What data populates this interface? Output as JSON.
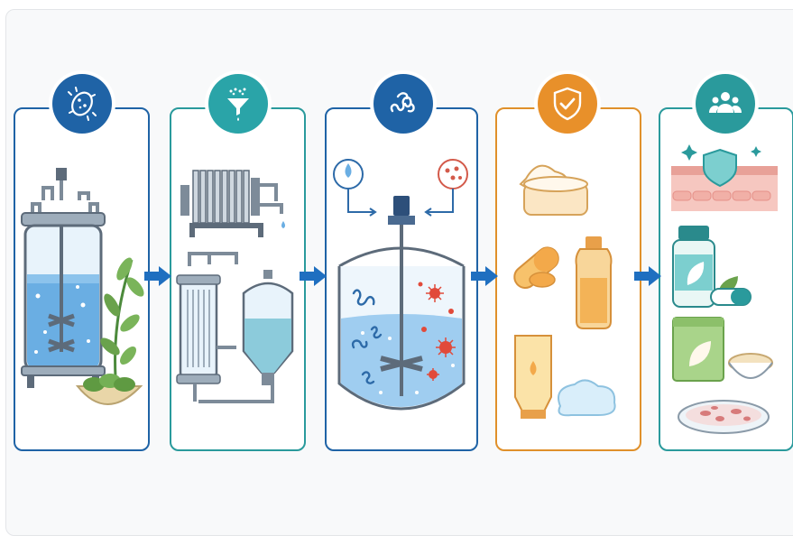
{
  "colors": {
    "panel1_border": "#1f63a6",
    "panel2_border": "#2a9a9c",
    "panel3_border": "#1f63a6",
    "panel4_border": "#e0902a",
    "panel5_border": "#2a9a9c",
    "arrow": "#1f6fc0",
    "badge_blue": "#1f63a6",
    "badge_teal": "#2aa4a8",
    "badge_orange": "#e8902a",
    "badge_green": "#2a9a9c"
  },
  "stages": [
    {
      "icon": "microbe-icon",
      "badge_color": "#1f63a6",
      "illustration": "bioreactor-with-plants"
    },
    {
      "icon": "filter-funnel-icon",
      "badge_color": "#2aa4a8",
      "illustration": "filtration-and-separation-equipment"
    },
    {
      "icon": "protein-molecule-icon",
      "badge_color": "#1f63a6",
      "illustration": "mixing-vessel-with-molecules"
    },
    {
      "icon": "shield-check-icon",
      "badge_color": "#e8902a",
      "illustration": "cosmetic-and-pharma-products"
    },
    {
      "icon": "people-group-icon",
      "badge_color": "#2a9a9c",
      "illustration": "health-and-food-applications"
    }
  ]
}
